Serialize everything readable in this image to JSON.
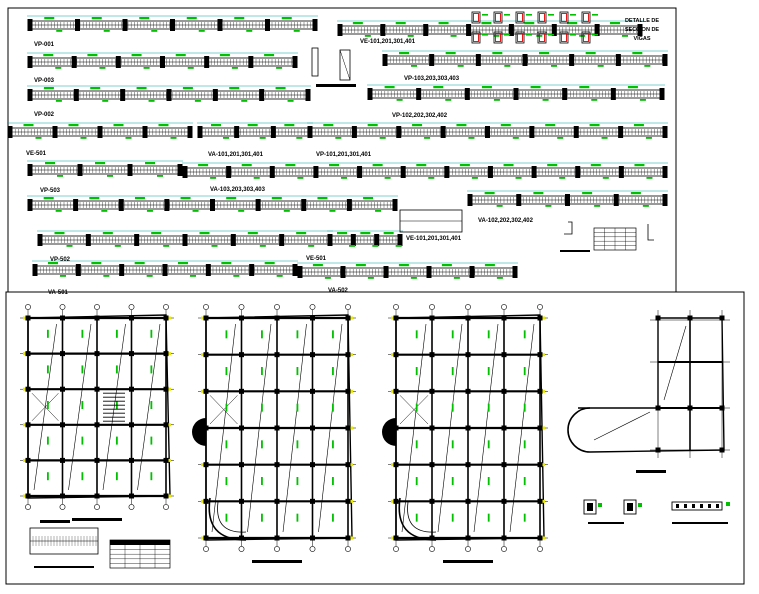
{
  "detail_title": [
    "DETALLE DE",
    "SECCION DE",
    "VIGAS"
  ],
  "beams": [
    {
      "label": "VP-001"
    },
    {
      "label": "VE-101,201,301,401"
    },
    {
      "label": "VP-003"
    },
    {
      "label": "VP-103,203,303,403"
    },
    {
      "label": "VP-002"
    },
    {
      "label": "VP-102,202,302,402"
    },
    {
      "label": "VE-501"
    },
    {
      "label": "VA-101,201,301,401"
    },
    {
      "label": "VP-101,201,301,401"
    },
    {
      "label": "VP-503"
    },
    {
      "label": "VA-103,203,303,403"
    },
    {
      "label": "VA-102,202,302,402"
    },
    {
      "label": "VE-101,201,301,401"
    },
    {
      "label": "VP-502"
    },
    {
      "label": "VE-501"
    },
    {
      "label": "VA-501"
    },
    {
      "label": "VA-502"
    }
  ],
  "colors": {
    "line": "#000000",
    "accent_green": "#00c000",
    "accent_red": "#e00000",
    "grid_yellow": "#e8e800",
    "dim_cyan": "#00a0a0"
  }
}
